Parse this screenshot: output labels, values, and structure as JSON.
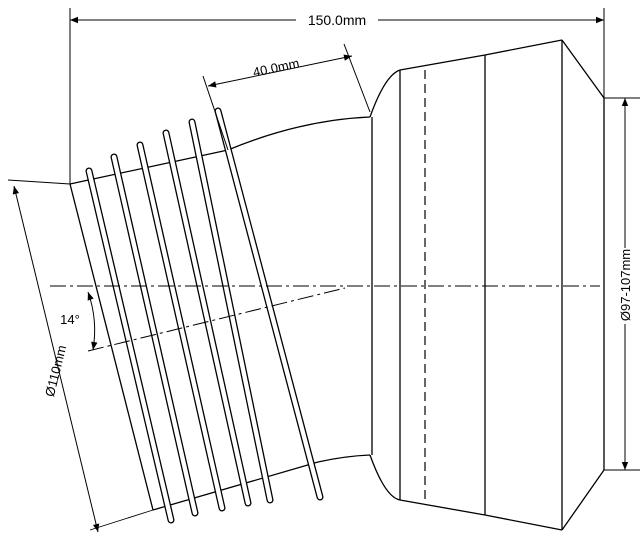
{
  "dimensions": {
    "overall_length": "150.0mm",
    "spigot_length": "40.0mm",
    "angle": "14°",
    "inlet_diameter": "Ø110mm",
    "outlet_diameter": "Ø97-107mm"
  },
  "colors": {
    "line": "#000000",
    "background": "#ffffff"
  }
}
